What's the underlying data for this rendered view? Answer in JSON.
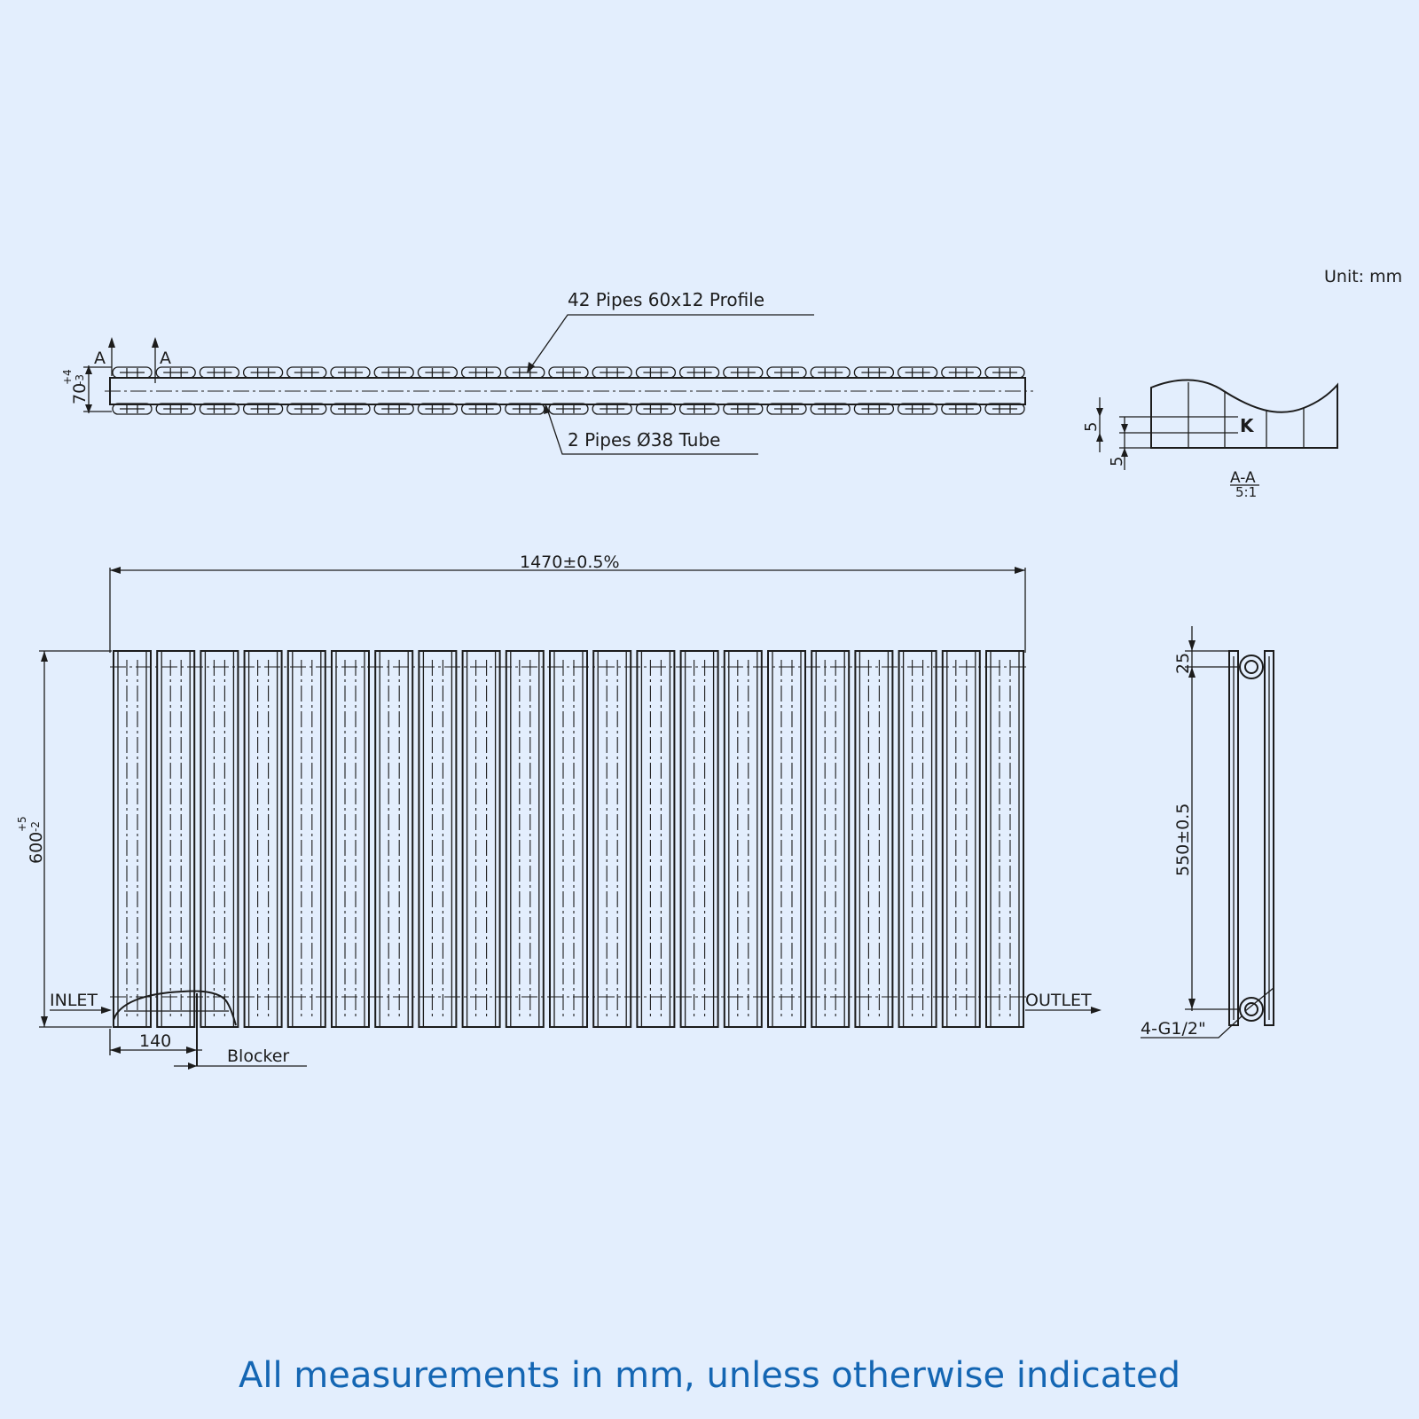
{
  "unit_label": "Unit: mm",
  "top_view": {
    "section_marker": "A",
    "callout_profile": "42 Pipes 60x12 Profile",
    "callout_tube": "2 Pipes Ø38 Tube",
    "depth_dim": "70",
    "depth_tol_upper": "+4",
    "depth_tol_lower": "-3"
  },
  "section_view": {
    "dim_5_a": "5",
    "dim_5_b": "5",
    "detail_marker": "K",
    "title": "A-A",
    "scale": "5:1"
  },
  "front_view": {
    "width_dim": "1470±0.5%",
    "height_dim": "600",
    "height_tol_upper": "+5",
    "height_tol_lower": "-2",
    "inlet_label": "INLET",
    "outlet_label": "OUTLET",
    "blocker_offset_dim": "140",
    "blocker_label": "Blocker"
  },
  "side_view": {
    "top_offset_dim": "25",
    "centres_dim": "550±0.5",
    "connections_label": "4-G1/2\""
  },
  "footer": {
    "caption": "All measurements in mm, unless otherwise indicated"
  }
}
